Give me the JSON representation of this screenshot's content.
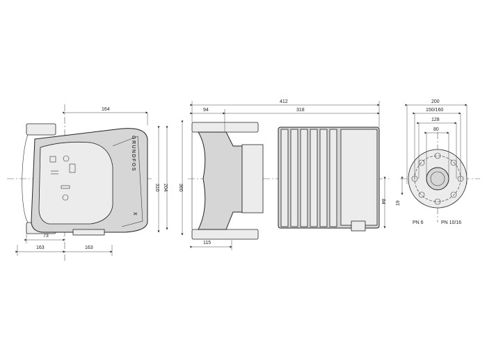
{
  "brand": {
    "name": "GRUNDFOS",
    "mark": "X"
  },
  "dimensions": {
    "front_width_total": "164",
    "front_height_1": "310",
    "front_height_2": "204",
    "front_height_3": "360",
    "front_left": "73",
    "front_base_left": "163",
    "front_base_right": "163",
    "side_overall": "412",
    "side_left": "94",
    "side_right": "318",
    "side_base": "115",
    "side_motor_height": "84",
    "flange_outer": "200",
    "flange_pcd": "150/160",
    "flange_inner_1": "128",
    "flange_inner_2": "80",
    "flange_offset": "19",
    "pn_low": "PN 6",
    "pn_high": "PN 10/16"
  }
}
